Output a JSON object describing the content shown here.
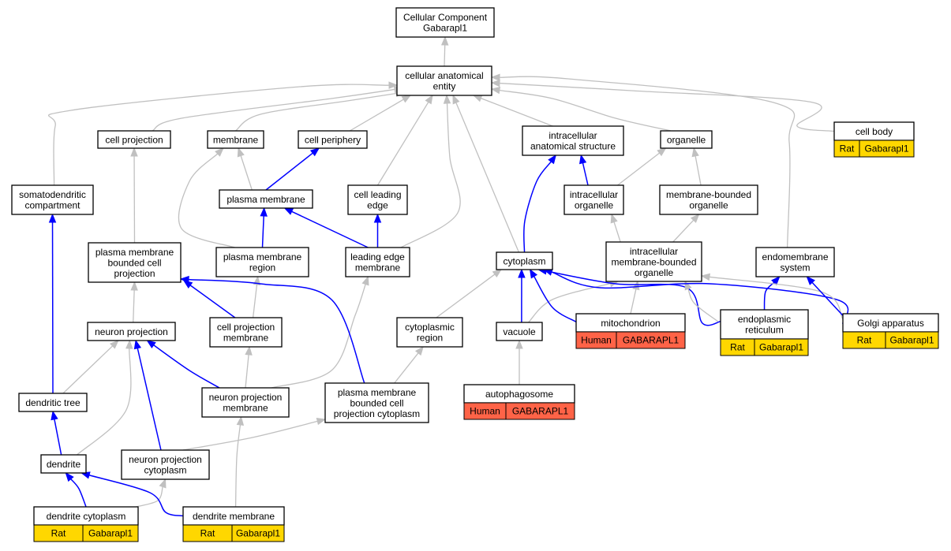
{
  "nodes": {
    "root": {
      "lines": [
        "Cellular Component",
        "Gabarapl1"
      ]
    },
    "cae": {
      "lines": [
        "cellular anatomical",
        "entity"
      ]
    },
    "cellproj": {
      "lines": [
        "cell projection"
      ]
    },
    "membrane": {
      "lines": [
        "membrane"
      ]
    },
    "periph": {
      "lines": [
        "cell periphery"
      ]
    },
    "ias": {
      "lines": [
        "intracellular",
        "anatomical structure"
      ]
    },
    "organelle": {
      "lines": [
        "organelle"
      ]
    },
    "cellbody": {
      "lines": [
        "cell body"
      ],
      "annotations": [
        {
          "species": "Rat",
          "gene": "Gabarapl1"
        }
      ]
    },
    "somato": {
      "lines": [
        "somatodendritic",
        "compartment"
      ]
    },
    "pm": {
      "lines": [
        "plasma membrane"
      ]
    },
    "leadedge": {
      "lines": [
        "cell leading",
        "edge"
      ]
    },
    "intraorg": {
      "lines": [
        "intracellular",
        "organelle"
      ]
    },
    "mbo": {
      "lines": [
        "membrane-bounded",
        "organelle"
      ]
    },
    "pmbcp": {
      "lines": [
        "plasma membrane",
        "bounded cell",
        "projection"
      ]
    },
    "pmregion": {
      "lines": [
        "plasma membrane",
        "region"
      ]
    },
    "lem": {
      "lines": [
        "leading edge",
        "membrane"
      ]
    },
    "cytoplasm": {
      "lines": [
        "cytoplasm"
      ]
    },
    "imbo": {
      "lines": [
        "intracellular",
        "membrane-bounded",
        "organelle"
      ]
    },
    "endomem": {
      "lines": [
        "endomembrane",
        "system"
      ]
    },
    "neuronproj": {
      "lines": [
        "neuron projection"
      ]
    },
    "cpm": {
      "lines": [
        "cell projection",
        "membrane"
      ]
    },
    "cytoregion": {
      "lines": [
        "cytoplasmic",
        "region"
      ]
    },
    "vacuole": {
      "lines": [
        "vacuole"
      ]
    },
    "mito": {
      "lines": [
        "mitochondrion"
      ],
      "annotations": [
        {
          "species": "Human",
          "gene": "GABARAPL1"
        }
      ]
    },
    "er": {
      "lines": [
        "endoplasmic",
        "reticulum"
      ],
      "annotations": [
        {
          "species": "Rat",
          "gene": "Gabarapl1"
        }
      ]
    },
    "golgi": {
      "lines": [
        "Golgi apparatus"
      ],
      "annotations": [
        {
          "species": "Rat",
          "gene": "Gabarapl1"
        }
      ]
    },
    "dendtree": {
      "lines": [
        "dendritic tree"
      ]
    },
    "npm": {
      "lines": [
        "neuron projection",
        "membrane"
      ]
    },
    "pmbcpc": {
      "lines": [
        "plasma membrane",
        "bounded cell",
        "projection cytoplasm"
      ]
    },
    "autophago": {
      "lines": [
        "autophagosome"
      ],
      "annotations": [
        {
          "species": "Human",
          "gene": "GABARAPL1"
        }
      ]
    },
    "dendrite": {
      "lines": [
        "dendrite"
      ]
    },
    "npc": {
      "lines": [
        "neuron projection",
        "cytoplasm"
      ]
    },
    "dendcyto": {
      "lines": [
        "dendrite cytoplasm"
      ],
      "annotations": [
        {
          "species": "Rat",
          "gene": "Gabarapl1"
        }
      ]
    },
    "dendmem": {
      "lines": [
        "dendrite membrane"
      ],
      "annotations": [
        {
          "species": "Rat",
          "gene": "Gabarapl1"
        }
      ]
    }
  },
  "colors": {
    "rat_annotation": "#ffd700",
    "human_annotation": "#ff6347",
    "is_a_edge": "#c0c0c0",
    "part_of_edge": "#0000ff"
  },
  "edges": [
    {
      "from": "cae",
      "to": "root",
      "relation": "is_a"
    },
    {
      "from": "cellproj",
      "to": "cae",
      "relation": "is_a"
    },
    {
      "from": "membrane",
      "to": "cae",
      "relation": "is_a"
    },
    {
      "from": "periph",
      "to": "cae",
      "relation": "is_a"
    },
    {
      "from": "ias",
      "to": "cae",
      "relation": "is_a"
    },
    {
      "from": "organelle",
      "to": "cae",
      "relation": "is_a"
    },
    {
      "from": "cellbody",
      "to": "cae",
      "relation": "is_a"
    },
    {
      "from": "somato",
      "to": "cae",
      "relation": "is_a"
    },
    {
      "from": "leadedge",
      "to": "cae",
      "relation": "is_a"
    },
    {
      "from": "lem",
      "to": "cae",
      "relation": "is_a"
    },
    {
      "from": "cytoplasm",
      "to": "cae",
      "relation": "is_a"
    },
    {
      "from": "endomem",
      "to": "cae",
      "relation": "is_a"
    },
    {
      "from": "pm",
      "to": "periph",
      "relation": "part_of"
    },
    {
      "from": "pm",
      "to": "membrane",
      "relation": "is_a"
    },
    {
      "from": "pmregion",
      "to": "membrane",
      "relation": "is_a"
    },
    {
      "from": "pmregion",
      "to": "pm",
      "relation": "part_of"
    },
    {
      "from": "lem",
      "to": "pm",
      "relation": "part_of"
    },
    {
      "from": "lem",
      "to": "leadedge",
      "relation": "part_of"
    },
    {
      "from": "pmbcp",
      "to": "cellproj",
      "relation": "is_a"
    },
    {
      "from": "intraorg",
      "to": "ias",
      "relation": "part_of"
    },
    {
      "from": "intraorg",
      "to": "organelle",
      "relation": "is_a"
    },
    {
      "from": "mbo",
      "to": "organelle",
      "relation": "is_a"
    },
    {
      "from": "imbo",
      "to": "intraorg",
      "relation": "is_a"
    },
    {
      "from": "imbo",
      "to": "mbo",
      "relation": "is_a"
    },
    {
      "from": "cytoplasm",
      "to": "ias",
      "relation": "part_of"
    },
    {
      "from": "neuronproj",
      "to": "pmbcp",
      "relation": "is_a"
    },
    {
      "from": "cpm",
      "to": "pmregion",
      "relation": "is_a"
    },
    {
      "from": "cpm",
      "to": "pmbcp",
      "relation": "part_of"
    },
    {
      "from": "cytoregion",
      "to": "cytoplasm",
      "relation": "is_a"
    },
    {
      "from": "vacuole",
      "to": "cytoplasm",
      "relation": "part_of"
    },
    {
      "from": "vacuole",
      "to": "imbo",
      "relation": "is_a"
    },
    {
      "from": "mito",
      "to": "cytoplasm",
      "relation": "part_of"
    },
    {
      "from": "mito",
      "to": "imbo",
      "relation": "is_a"
    },
    {
      "from": "er",
      "to": "cytoplasm",
      "relation": "part_of"
    },
    {
      "from": "er",
      "to": "imbo",
      "relation": "is_a"
    },
    {
      "from": "er",
      "to": "endomem",
      "relation": "part_of"
    },
    {
      "from": "golgi",
      "to": "cytoplasm",
      "relation": "part_of"
    },
    {
      "from": "golgi",
      "to": "imbo",
      "relation": "is_a"
    },
    {
      "from": "golgi",
      "to": "endomem",
      "relation": "part_of"
    },
    {
      "from": "dendtree",
      "to": "neuronproj",
      "relation": "is_a"
    },
    {
      "from": "dendtree",
      "to": "somato",
      "relation": "part_of"
    },
    {
      "from": "npm",
      "to": "cpm",
      "relation": "is_a"
    },
    {
      "from": "npm",
      "to": "neuronproj",
      "relation": "part_of"
    },
    {
      "from": "npm",
      "to": "lem",
      "relation": "is_a"
    },
    {
      "from": "pmbcpc",
      "to": "cytoregion",
      "relation": "is_a"
    },
    {
      "from": "pmbcpc",
      "to": "pmbcp",
      "relation": "part_of"
    },
    {
      "from": "autophago",
      "to": "vacuole",
      "relation": "is_a"
    },
    {
      "from": "dendrite",
      "to": "dendtree",
      "relation": "part_of"
    },
    {
      "from": "dendrite",
      "to": "neuronproj",
      "relation": "is_a"
    },
    {
      "from": "npc",
      "to": "pmbcpc",
      "relation": "is_a"
    },
    {
      "from": "npc",
      "to": "neuronproj",
      "relation": "part_of"
    },
    {
      "from": "dendcyto",
      "to": "npc",
      "relation": "is_a"
    },
    {
      "from": "dendcyto",
      "to": "dendrite",
      "relation": "part_of"
    },
    {
      "from": "dendmem",
      "to": "npm",
      "relation": "is_a"
    },
    {
      "from": "dendmem",
      "to": "dendrite",
      "relation": "part_of"
    }
  ]
}
